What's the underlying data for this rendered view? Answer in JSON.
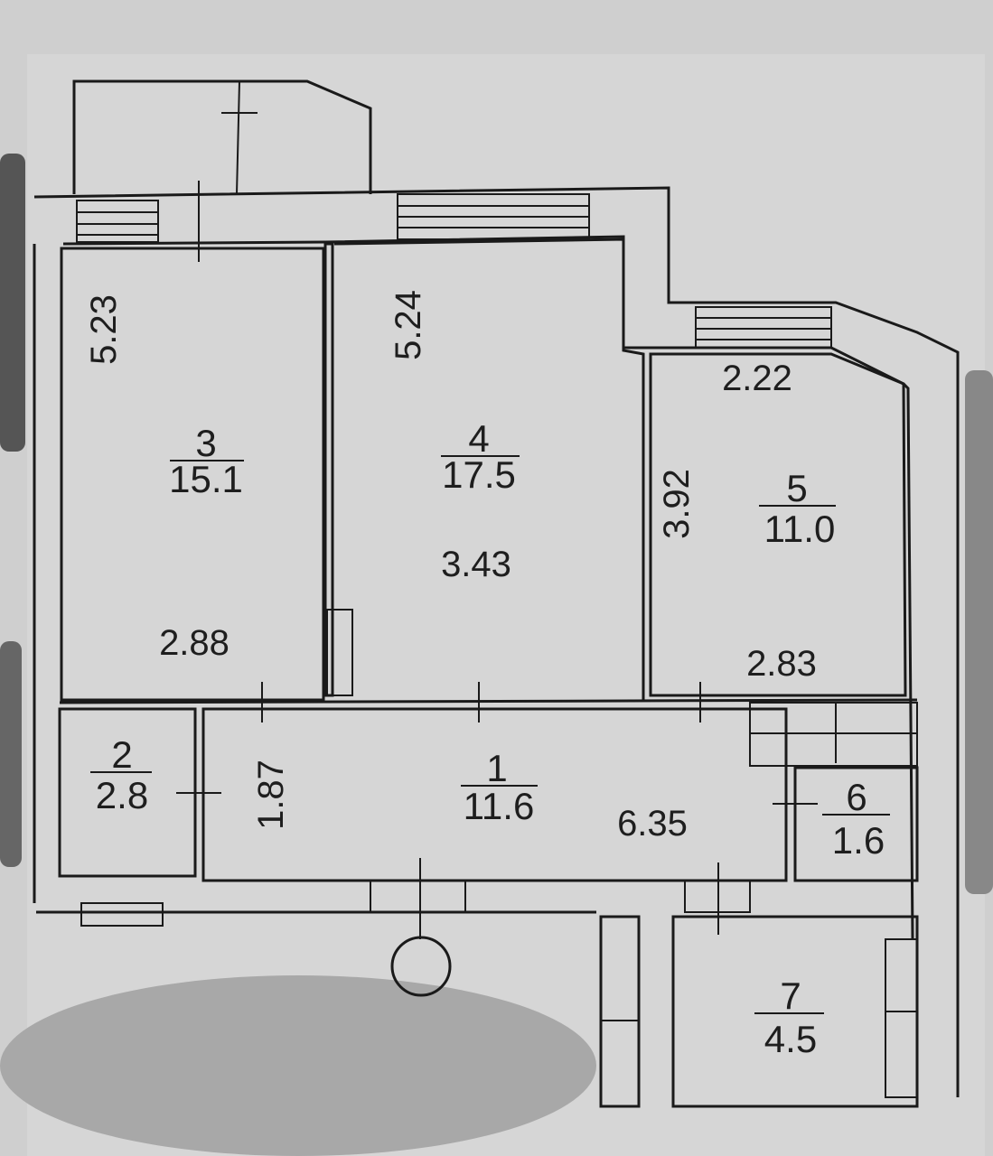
{
  "colors": {
    "paper": "#d4d4d4",
    "line": "#1a1a1a",
    "shadow": "#8a8a8a"
  },
  "rooms": [
    {
      "number": "3",
      "area": "15.1"
    },
    {
      "number": "4",
      "area": "17.5"
    },
    {
      "number": "5",
      "area": "11.0"
    },
    {
      "number": "2",
      "area": "2.8"
    },
    {
      "number": "1",
      "area": "11.6"
    },
    {
      "number": "6",
      "area": "1.6"
    },
    {
      "number": "7",
      "area": "4.5"
    }
  ],
  "dimensions": {
    "room3_height": "5.23",
    "room3_width": "2.88",
    "room4_height": "5.24",
    "room4_width": "3.43",
    "room5_top": "2.22",
    "room5_height": "3.92",
    "room5_width": "2.83",
    "hall_height": "1.87",
    "hall_width": "6.35"
  }
}
